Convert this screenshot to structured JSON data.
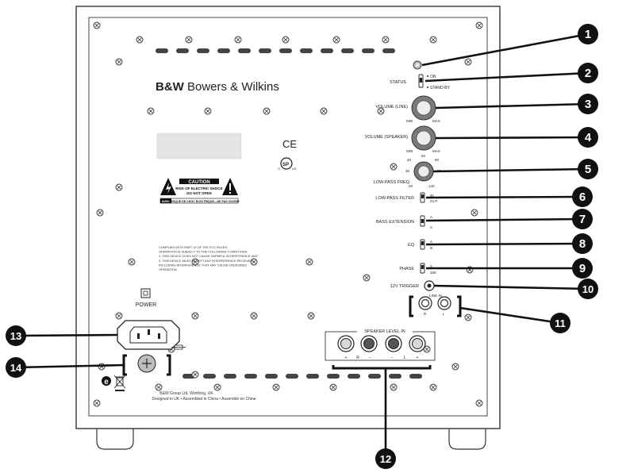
{
  "brand": {
    "logo_short": "B&W",
    "logo_name": "Bowers & Wilkins"
  },
  "marks": {
    "ce": "CE",
    "csa_top": "SP",
    "csa_side_left": "C",
    "csa_side_right": "US",
    "eco_symbol": "e"
  },
  "caution": {
    "title": "CAUTION",
    "line1": "RISK OF ELECTRIC SHOCK",
    "line2": "DO NOT OPEN",
    "avis_label": "AVIS:",
    "avis_text": "RISQUE DE CHOC ELECTRIQUE—NE PAS OUVRIR"
  },
  "fcc_text": [
    "COMPLIES WITH PART 15 OF THE FCC RULES.",
    "OPERATION IS SUBJECT TO THE FOLLOWING CONDITIONS:",
    "1. THIS DEVICE DOES NOT CAUSE HARMFUL INTERFERENCE AND",
    "2. THIS DEVICE MUST ACCEPT ANY INTERFERENCE RECEIVED,",
    "INCLUDING INTERFERENCE THAT MAY CAUSE UNDESIRED",
    "OPERATION"
  ],
  "power": {
    "label": "POWER"
  },
  "footer": {
    "line1": "B&W Group Ltd. Worthing, UK",
    "line2": "Designed in UK • Assembled in China • Assemblé en Chine"
  },
  "controls": {
    "status": {
      "label": "STATUS",
      "on": "ON",
      "standby": "STAND-BY"
    },
    "volume_line": {
      "label": "VOLUME (LINE)",
      "min": "MIN",
      "max": "MAX"
    },
    "volume_speaker": {
      "label": "VOLUME (SPEAKER)",
      "min": "MIN",
      "max": "MAX"
    },
    "low_pass_freq": {
      "label": "LOW-PASS FREQ",
      "ticks": [
        "30",
        "40",
        "50",
        "60",
        "80",
        "140"
      ]
    },
    "low_pass_filter": {
      "label": "LOW-PASS FILTER",
      "in": "IN",
      "out": "OUT"
    },
    "bass_extension": {
      "label": "BASS EXTENSION",
      "a": "A",
      "c": "C"
    },
    "eq": {
      "label": "EQ",
      "a": "A",
      "b": "B"
    },
    "phase": {
      "label": "PHASE",
      "zero": "0",
      "one_eighty": "180"
    },
    "trigger": {
      "label": "12V TRIGGER"
    },
    "line_in": {
      "label": "LINE IN",
      "r": "R",
      "l": "L"
    },
    "speaker_level_in": {
      "label": "SPEAKER LEVEL IN",
      "terminals": [
        "+",
        "R",
        "−",
        "−",
        "L",
        "+"
      ]
    }
  },
  "callouts": [
    "1",
    "2",
    "3",
    "4",
    "5",
    "6",
    "7",
    "8",
    "9",
    "10",
    "11",
    "12",
    "13",
    "14"
  ],
  "colors": {
    "panel": "#ffffff",
    "outline": "#333333",
    "callout_fill": "#111111",
    "callout_text": "#ffffff",
    "knob": "#7a7a7a",
    "label_box": "#e4e4e4"
  }
}
